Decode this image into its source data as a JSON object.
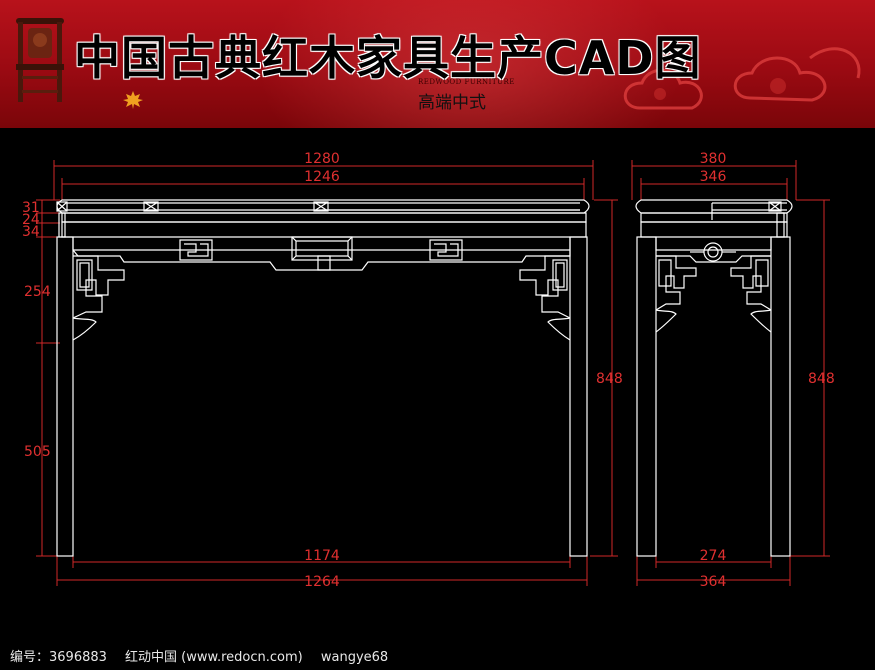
{
  "banner": {
    "title": "中国古典红木家具生产CAD图",
    "subtitle": "高端中式",
    "small_text": "REDWOOD FURNITURE"
  },
  "drawing": {
    "front_view": {
      "top_width": "1280",
      "top_inner_width": "1246",
      "height": "848",
      "foot_inner_width": "1174",
      "foot_outer_width": "1264",
      "dim_top_thickness": "31",
      "dim_apron_1": "24",
      "dim_apron_2": "34",
      "dim_spandrel": "254",
      "dim_leg_lower": "505"
    },
    "side_view": {
      "top_width": "380",
      "top_inner_width": "346",
      "height": "848",
      "foot_inner_width": "274",
      "foot_outer_width": "364"
    }
  },
  "footer": {
    "id_text": "编号：3696883",
    "site_text": "红动中国 (www.redocn.com)",
    "author_text": "wangye68"
  },
  "colors": {
    "banner_red": "#a50d15",
    "dimension_red": "#e03030",
    "drawing_line": "#ffffff",
    "background": "#000000"
  }
}
